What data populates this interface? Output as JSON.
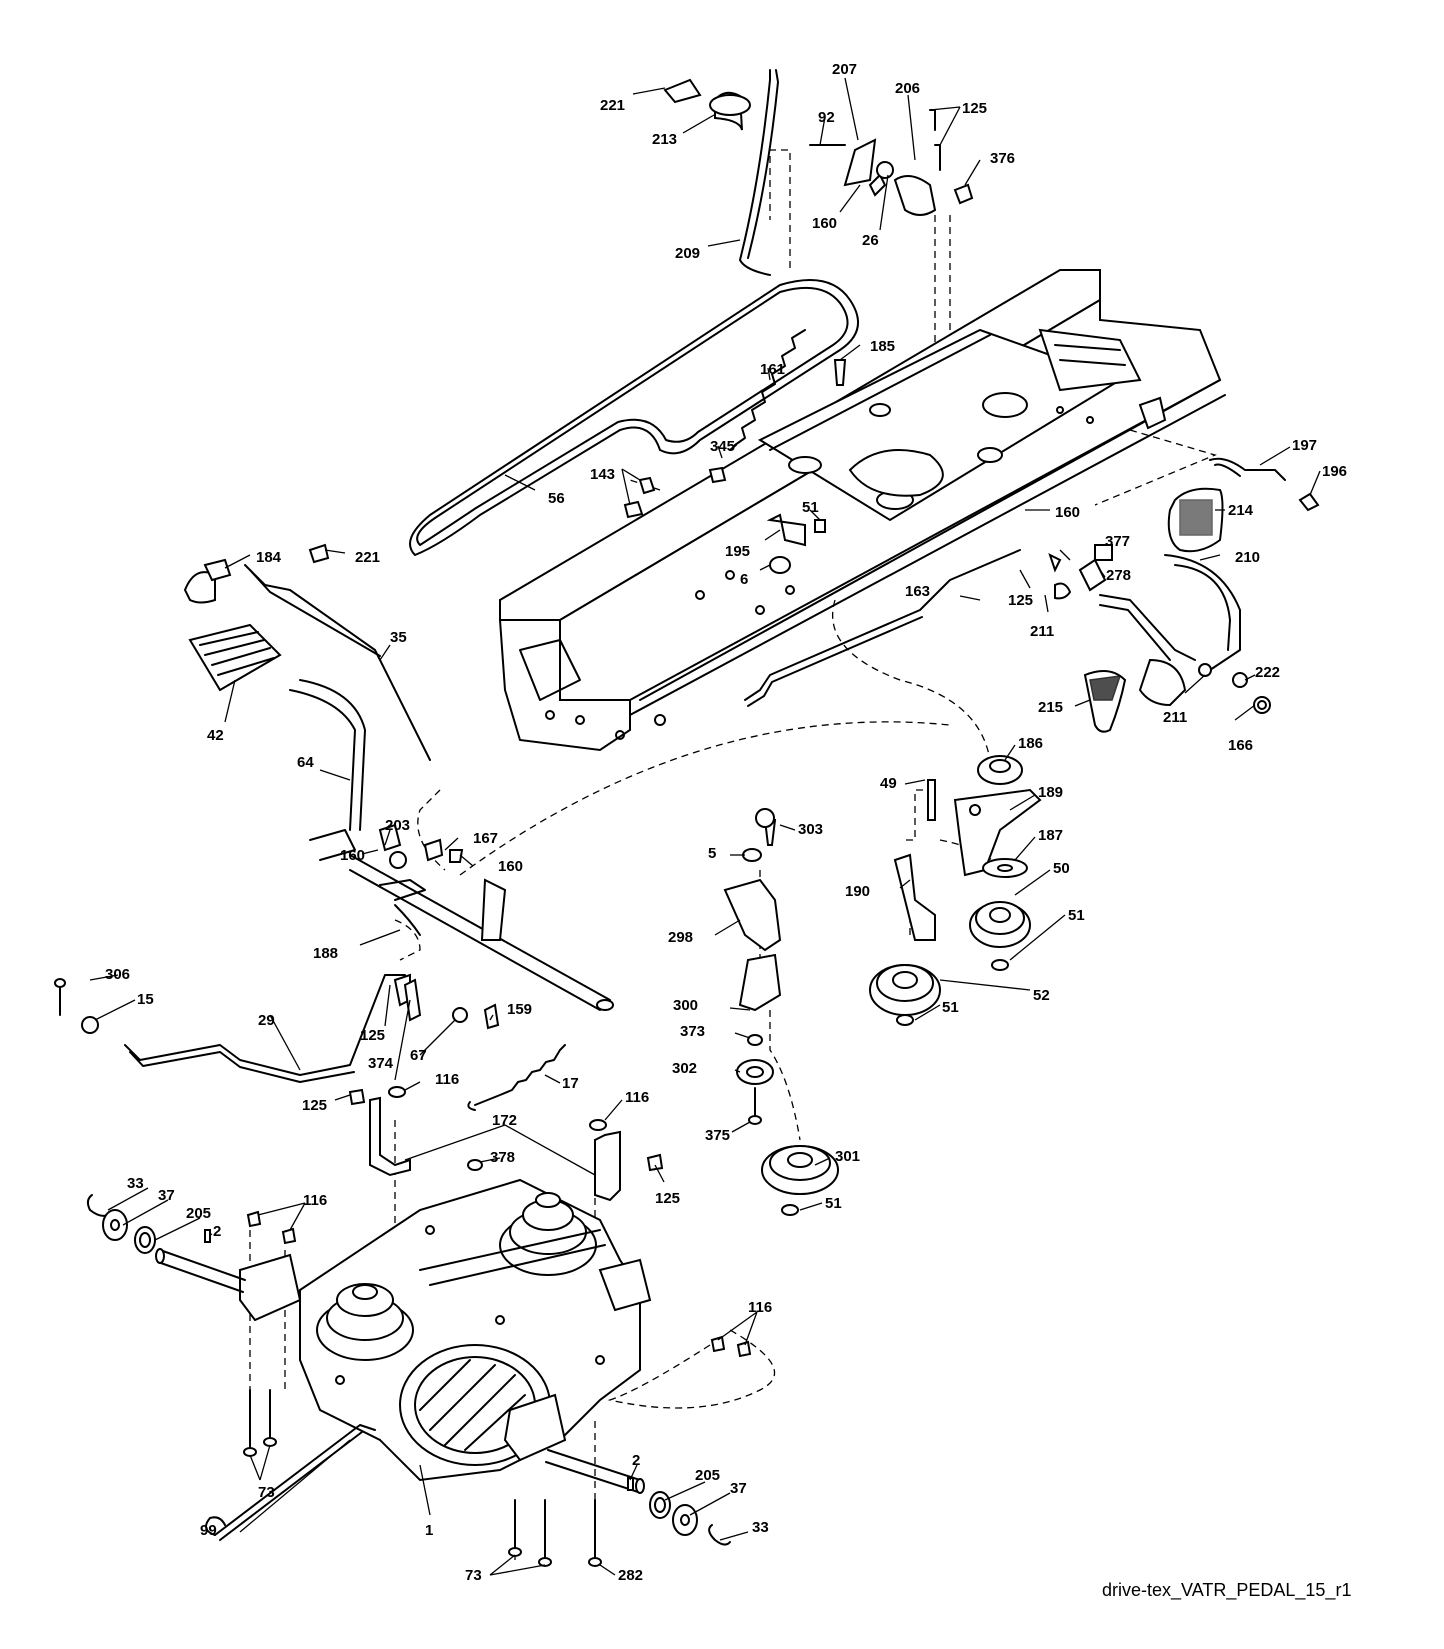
{
  "caption": "drive-tex_VATR_PEDAL_15_r1",
  "labels": {
    "l221a": "221",
    "l213": "213",
    "l209": "209",
    "l207": "207",
    "l92": "92",
    "l160a": "160",
    "l26": "26",
    "l206": "206",
    "l125a": "125",
    "l376": "376",
    "l185": "185",
    "l161": "161",
    "l345": "345",
    "l143": "143",
    "l56": "56",
    "l51a": "51",
    "l195": "195",
    "l6": "6",
    "l184": "184",
    "l221b": "221",
    "l35": "35",
    "l42": "42",
    "l64": "64",
    "l197": "197",
    "l196": "196",
    "l160b": "160",
    "l214": "214",
    "l377": "377",
    "l210": "210",
    "l278": "278",
    "l163": "163",
    "l125b": "125",
    "l211a": "211",
    "l222": "222",
    "l215": "215",
    "l211b": "211",
    "l166": "166",
    "l186": "186",
    "l49": "49",
    "l189": "189",
    "l303": "303",
    "l187": "187",
    "l5": "5",
    "l50": "50",
    "l190": "190",
    "l51b": "51",
    "l298": "298",
    "l52": "52",
    "l51c": "51",
    "l203": "203",
    "l167": "167",
    "l160c": "160",
    "l160d": "160",
    "l188": "188",
    "l306": "306",
    "l15": "15",
    "l29": "29",
    "l125c": "125",
    "l374": "374",
    "l67": "67",
    "l159": "159",
    "l300": "300",
    "l373": "373",
    "l302": "302",
    "l17": "17",
    "l116a": "116",
    "l125d": "125",
    "l116b": "116",
    "l172": "172",
    "l375": "375",
    "l378": "378",
    "l125e": "125",
    "l301": "301",
    "l51d": "51",
    "l33a": "33",
    "l37a": "37",
    "l205a": "205",
    "l2a": "2",
    "l116c": "116",
    "l116d": "116",
    "l73a": "73",
    "l99": "99",
    "l1": "1",
    "l2b": "2",
    "l205b": "205",
    "l37b": "37",
    "l33b": "33",
    "l73b": "73",
    "l282": "282"
  }
}
